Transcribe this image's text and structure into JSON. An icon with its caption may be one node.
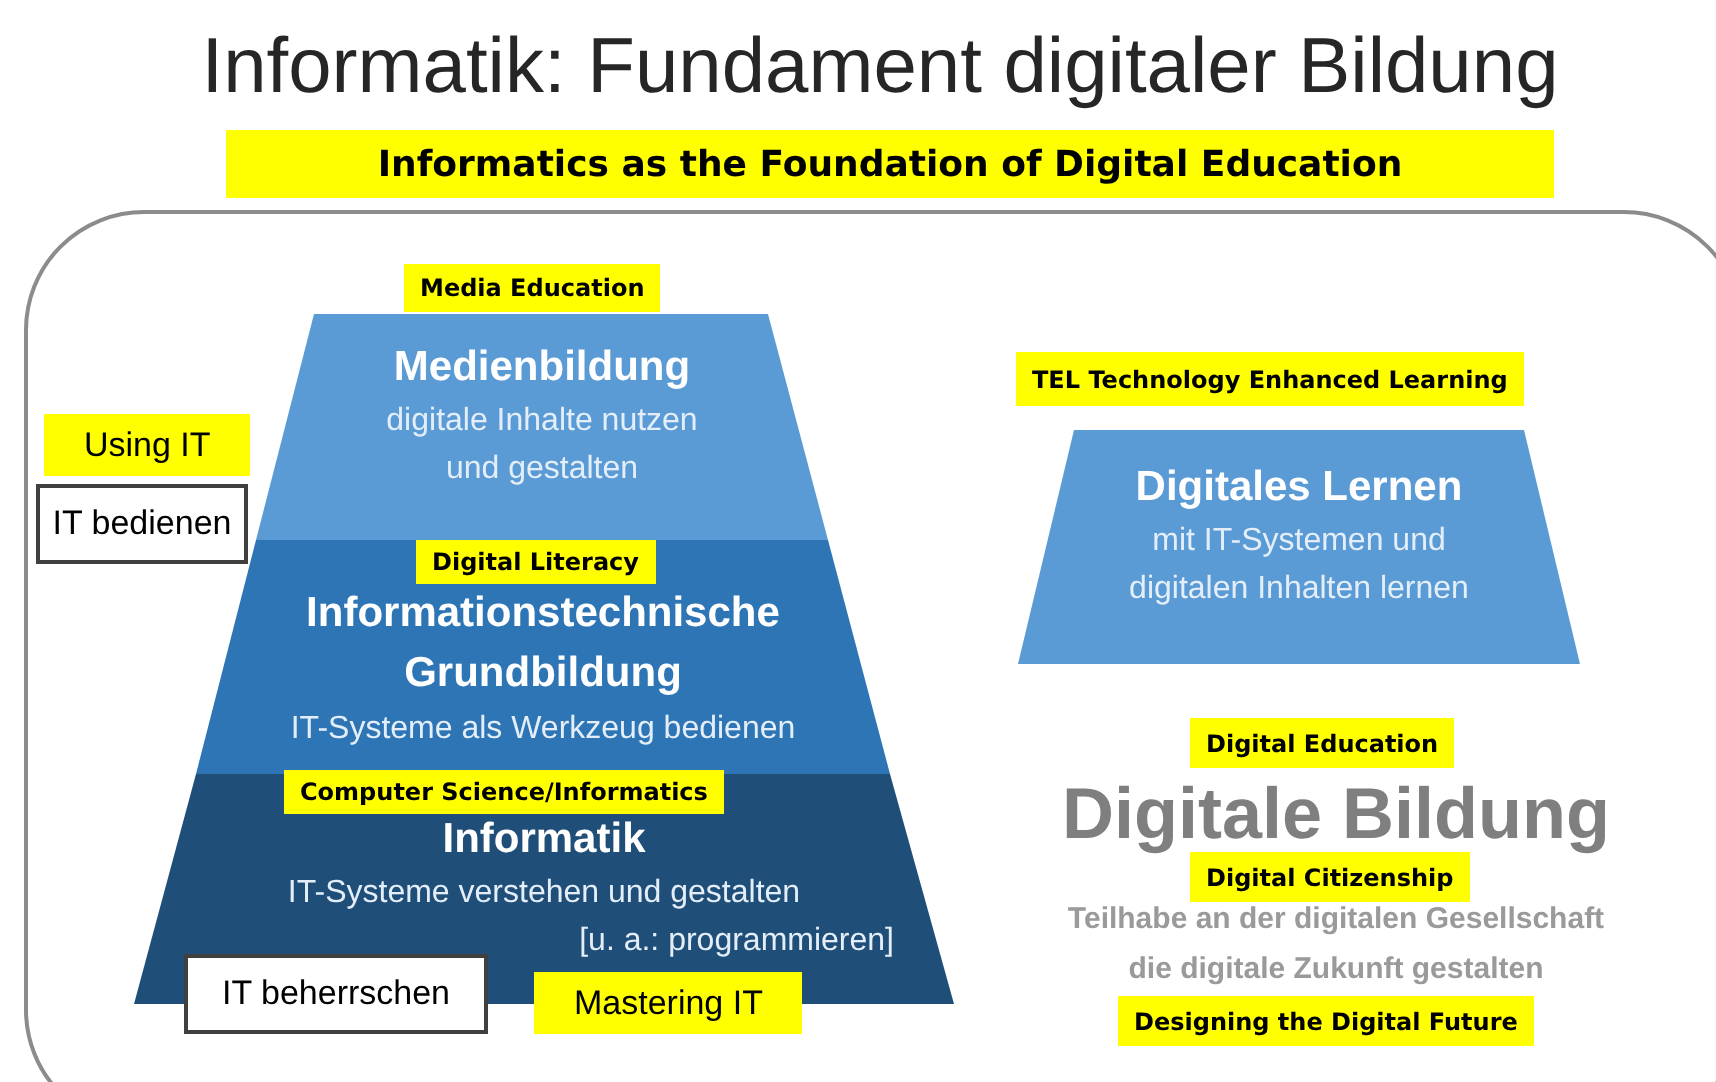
{
  "diagram": {
    "title": "Informatik: Fundament digitaler Bildung",
    "nodes": [
      {
        "text": [
          "Informatics as the Foundation of Digital Education"
        ]
      },
      {
        "text": [],
        "shape": "box"
      },
      {
        "text": [
          "Medienbildung",
          "digitale Inhalte nutzen und gestalten"
        ],
        "in": 1
      },
      {
        "text": [
          "Informationstechnische Grundbildung",
          "IT-Systeme als Werkzeug bedienen"
        ],
        "in": 1
      },
      {
        "text": [
          "Informatik",
          "IT-Systeme verstehen und gestalten",
          "[u. a.: programmieren]"
        ],
        "in": 1
      },
      {
        "text": [
          "Digitales Lernen",
          "mit IT-Systemen und digitalen Inhalten lernen"
        ],
        "in": 1
      },
      {
        "text": [
          "IT bedienen"
        ],
        "in": 1
      },
      {
        "text": [
          "IT beherrschen"
        ],
        "in": 1
      },
      {
        "text": [
          "Media Education"
        ],
        "in": 1
      },
      {
        "text": [
          "Using IT"
        ],
        "in": 1
      },
      {
        "text": [
          "Digital Literacy"
        ],
        "in": 3
      },
      {
        "text": [
          "Computer Science/Informatics"
        ],
        "in": 4
      },
      {
        "text": [
          "Mastering IT"
        ],
        "in": 1
      },
      {
        "text": [
          "TEL Technology Enhanced Learning"
        ],
        "in": 1
      },
      {
        "text": [
          "Digital Education"
        ],
        "in": 1
      },
      {
        "text": [
          "Digital Citizenship"
        ],
        "in": 1
      },
      {
        "text": [
          "Designing the Digital Future"
        ],
        "in": 1
      }
    ],
    "labels": [
      "Digitale Bildung",
      "Teilhabe an der digitalen Gesellschaft",
      "die digitale Zukunft gestalten"
    ]
  }
}
